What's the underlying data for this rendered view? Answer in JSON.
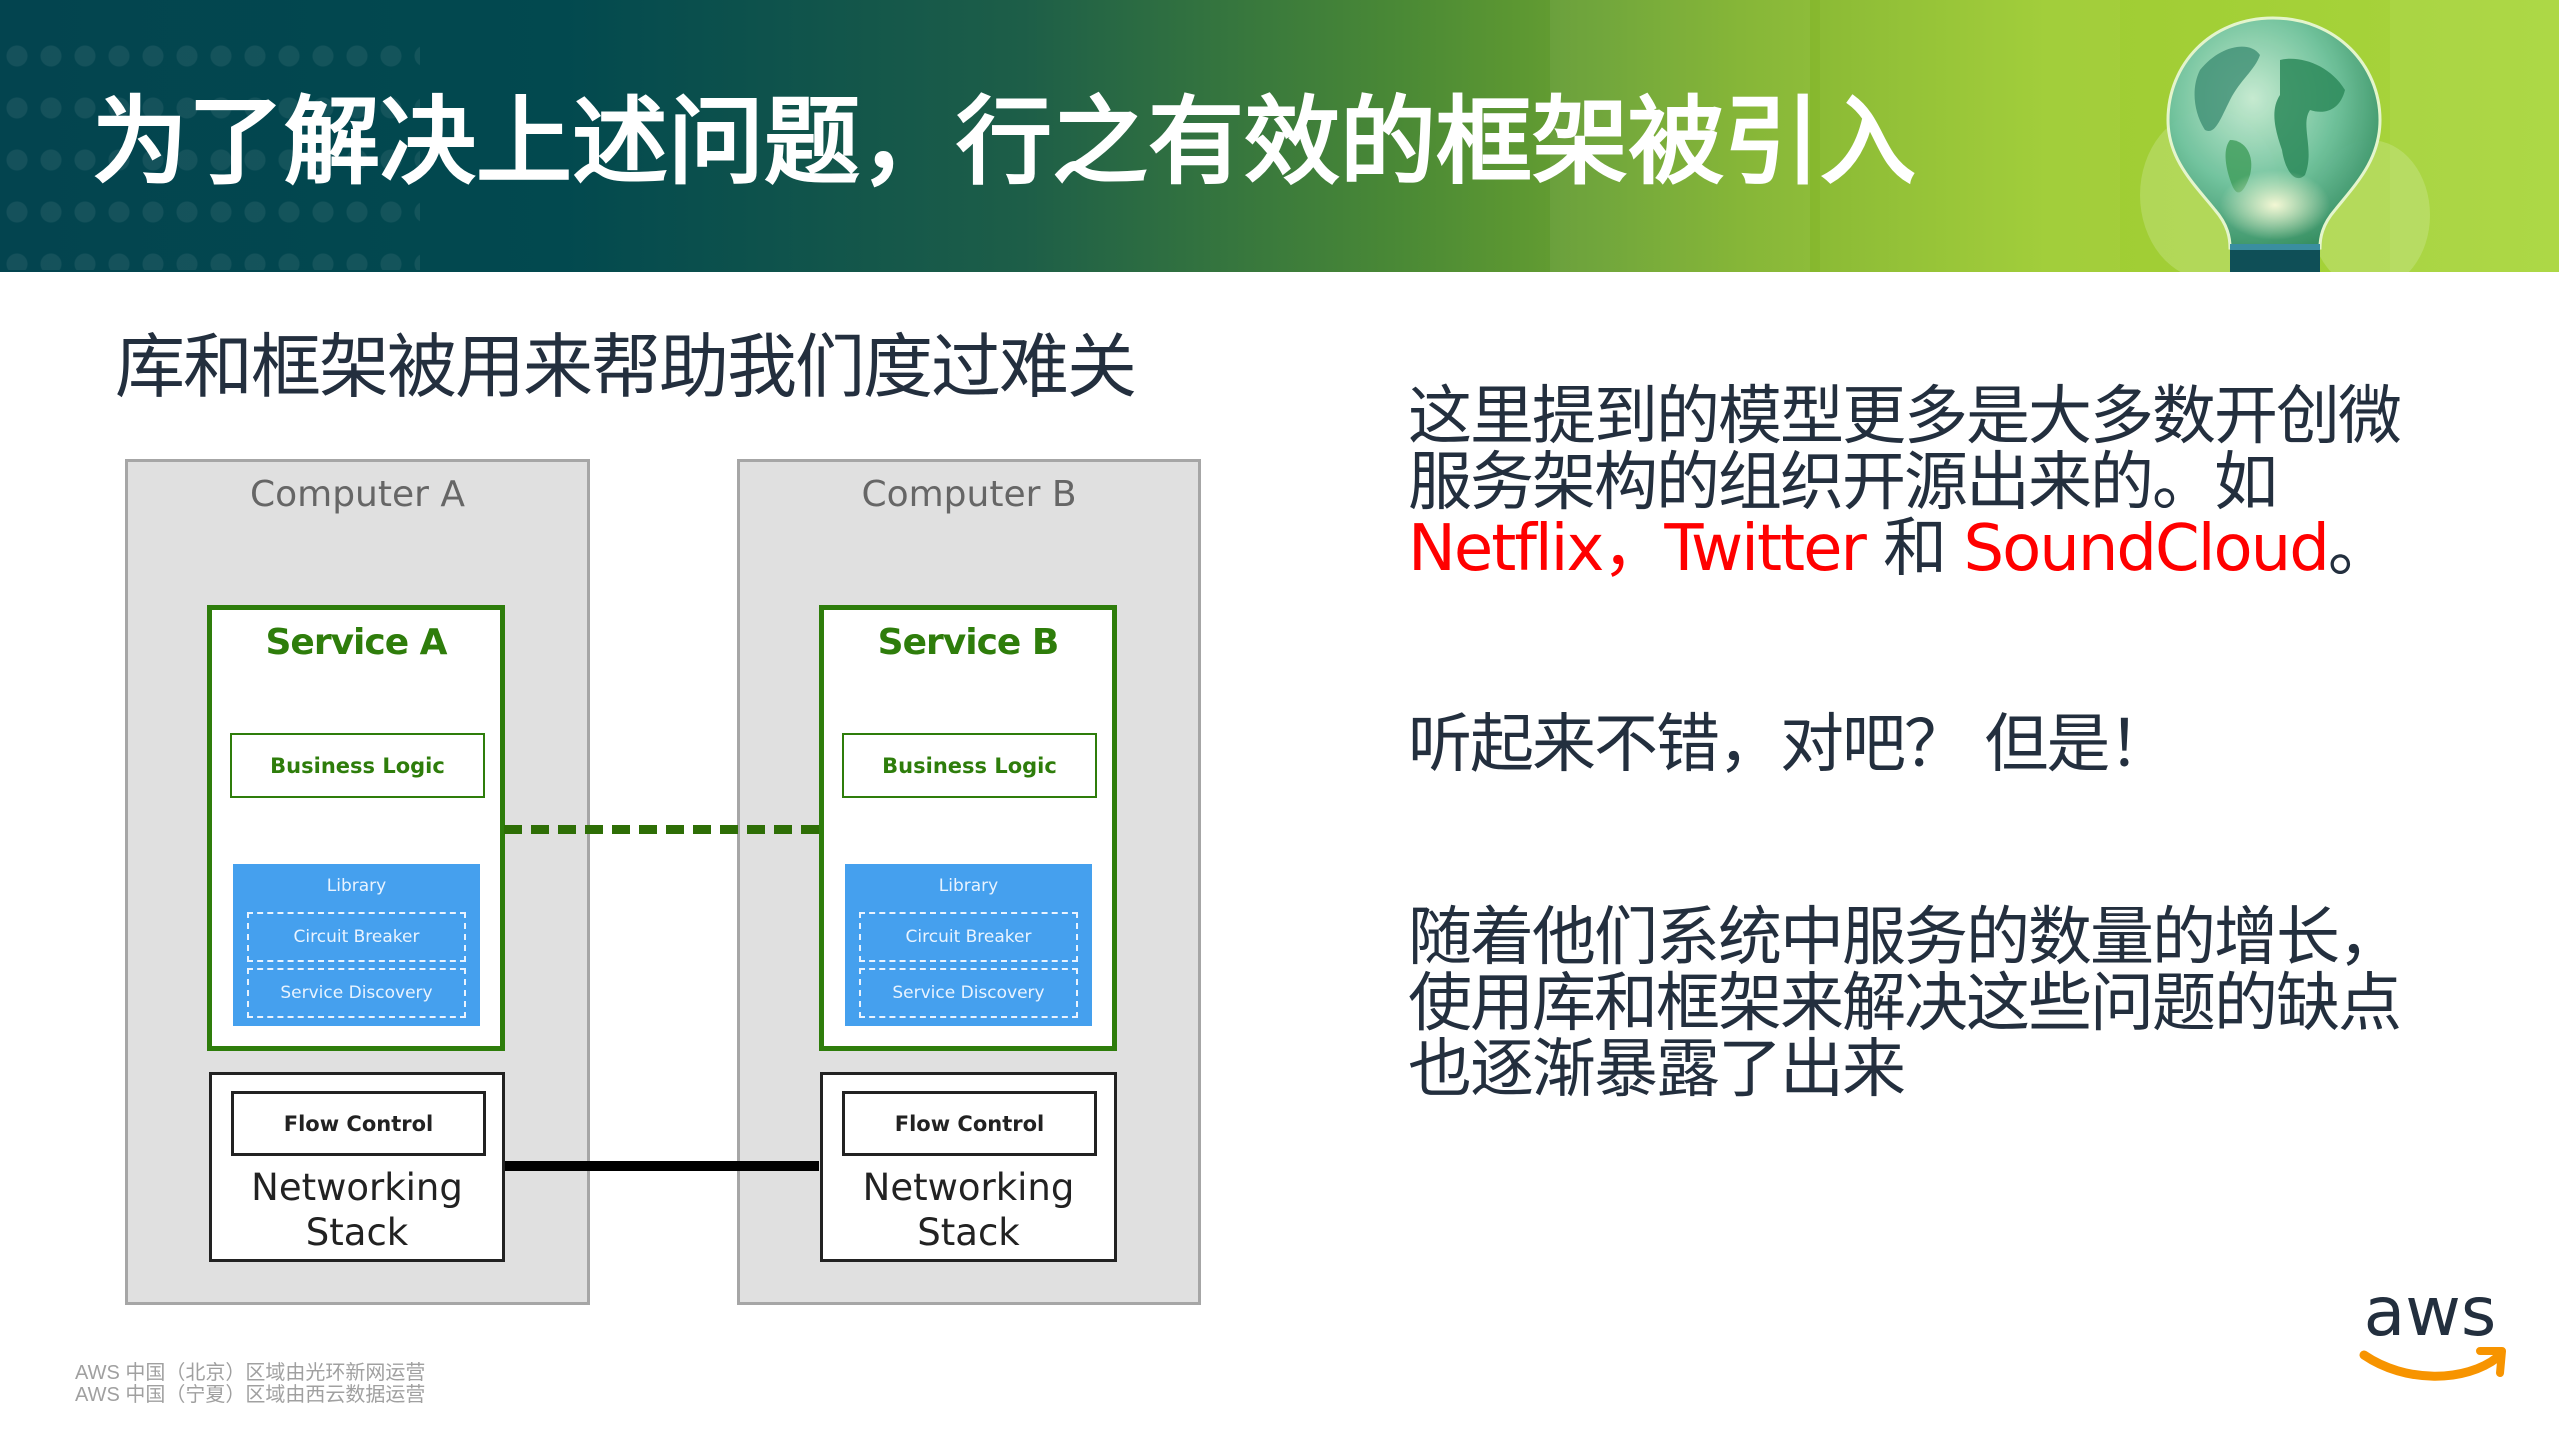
{
  "header": {
    "title": "为了解决上述问题，行之有效的框架被引入",
    "decoration": "globe-lightbulb-illustration",
    "gradient_colors": [
      "#03444f",
      "#1d5e48",
      "#7fb22c",
      "#a9d63d"
    ]
  },
  "subtitle": "库和框架被用来帮助我们度过难关",
  "diagram": {
    "computers": [
      {
        "label": "Computer A",
        "service": {
          "label": "Service A",
          "business_logic": "Business Logic",
          "library": {
            "label": "Library",
            "items": [
              "Circuit Breaker",
              "Service Discovery"
            ]
          }
        },
        "networking": {
          "flow_control": "Flow Control",
          "label_line1": "Networking",
          "label_line2": "Stack"
        }
      },
      {
        "label": "Computer B",
        "service": {
          "label": "Service B",
          "business_logic": "Business Logic",
          "library": {
            "label": "Library",
            "items": [
              "Circuit Breaker",
              "Service Discovery"
            ]
          }
        },
        "networking": {
          "flow_control": "Flow Control",
          "label_line1": "Networking",
          "label_line2": "Stack"
        }
      }
    ],
    "connections": [
      {
        "type": "dashed",
        "between": "Service A - Service B",
        "color": "#2e6e06"
      },
      {
        "type": "solid",
        "between": "Networking Stack A - Networking Stack B",
        "color": "#000000"
      }
    ],
    "colors": {
      "service_green": "#2e7d0b",
      "library_blue": "#45a0ee",
      "computer_gray": "#e0e0e0"
    }
  },
  "right_text": {
    "para1": {
      "line1": "这里提到的模型更多是大多数开创微",
      "line2": "服务架构的组织开源出来的。如",
      "line3": {
        "netflix": "Netflix，",
        "twitter": "Twitter",
        "and": " 和 ",
        "soundcloud": "SoundCloud",
        "end": "。"
      }
    },
    "para2": "听起来不错，对吧？ 但是！",
    "para3": {
      "line1": "随着他们系统中服务的数量的增长，",
      "line2": "使用库和框架来解决这些问题的缺点",
      "line3": "也逐渐暴露了出来"
    },
    "highlight_color": "#ff0000",
    "text_color": "#232f3e"
  },
  "footer": {
    "line1": "AWS 中国（北京）区域由光环新网运营",
    "line2": "AWS 中国（宁夏）区域由西云数据运营"
  },
  "logo": {
    "text": "aws",
    "smile_color": "#f79400",
    "text_color": "#232f3e"
  }
}
